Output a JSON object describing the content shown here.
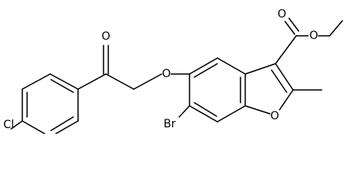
{
  "structure": {
    "atoms": {
      "o_ketone": "O",
      "o_ether": "O",
      "o_ester_carbonyl": "O",
      "o_ester_single": "O",
      "o_furan": "O",
      "br": "Br",
      "cl": "Cl"
    }
  }
}
